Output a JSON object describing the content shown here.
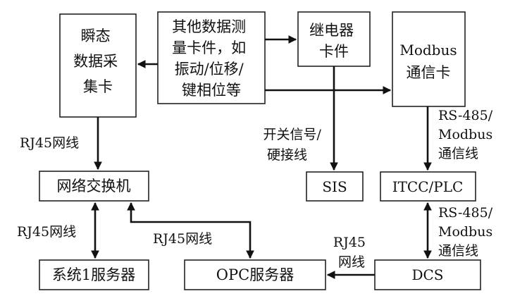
{
  "colors": {
    "line": "#111111",
    "box_border": "#222222",
    "background": "#ffffff"
  },
  "boxes": {
    "transient_card": [
      "瞬态",
      "数据采",
      "集卡"
    ],
    "other_cards": [
      "其他数据测",
      "量卡件，如",
      "振动/位移/",
      "键相位等"
    ],
    "relay_card": [
      "继电器",
      "卡件"
    ],
    "modbus_card": [
      "Modbus",
      "通信卡"
    ],
    "switch": "网络交换机",
    "sis": "SIS",
    "itcc_plc": "ITCC/PLC",
    "server1": "系统1服务器",
    "opc_server": "OPC服务器",
    "dcs": "DCS"
  },
  "labels": {
    "rj45_top": "RJ45网线",
    "rj45_left": "RJ45网线",
    "rj45_mid": "RJ45网线",
    "rj45_dcs": [
      "RJ45",
      "网线"
    ],
    "switch_signal": [
      "开关信号/",
      "硬接线"
    ],
    "rs485_top": [
      "RS-485/",
      "Modbus",
      "通信线"
    ],
    "rs485_bottom": [
      "RS-485/",
      "Modbus",
      "通信线"
    ]
  }
}
